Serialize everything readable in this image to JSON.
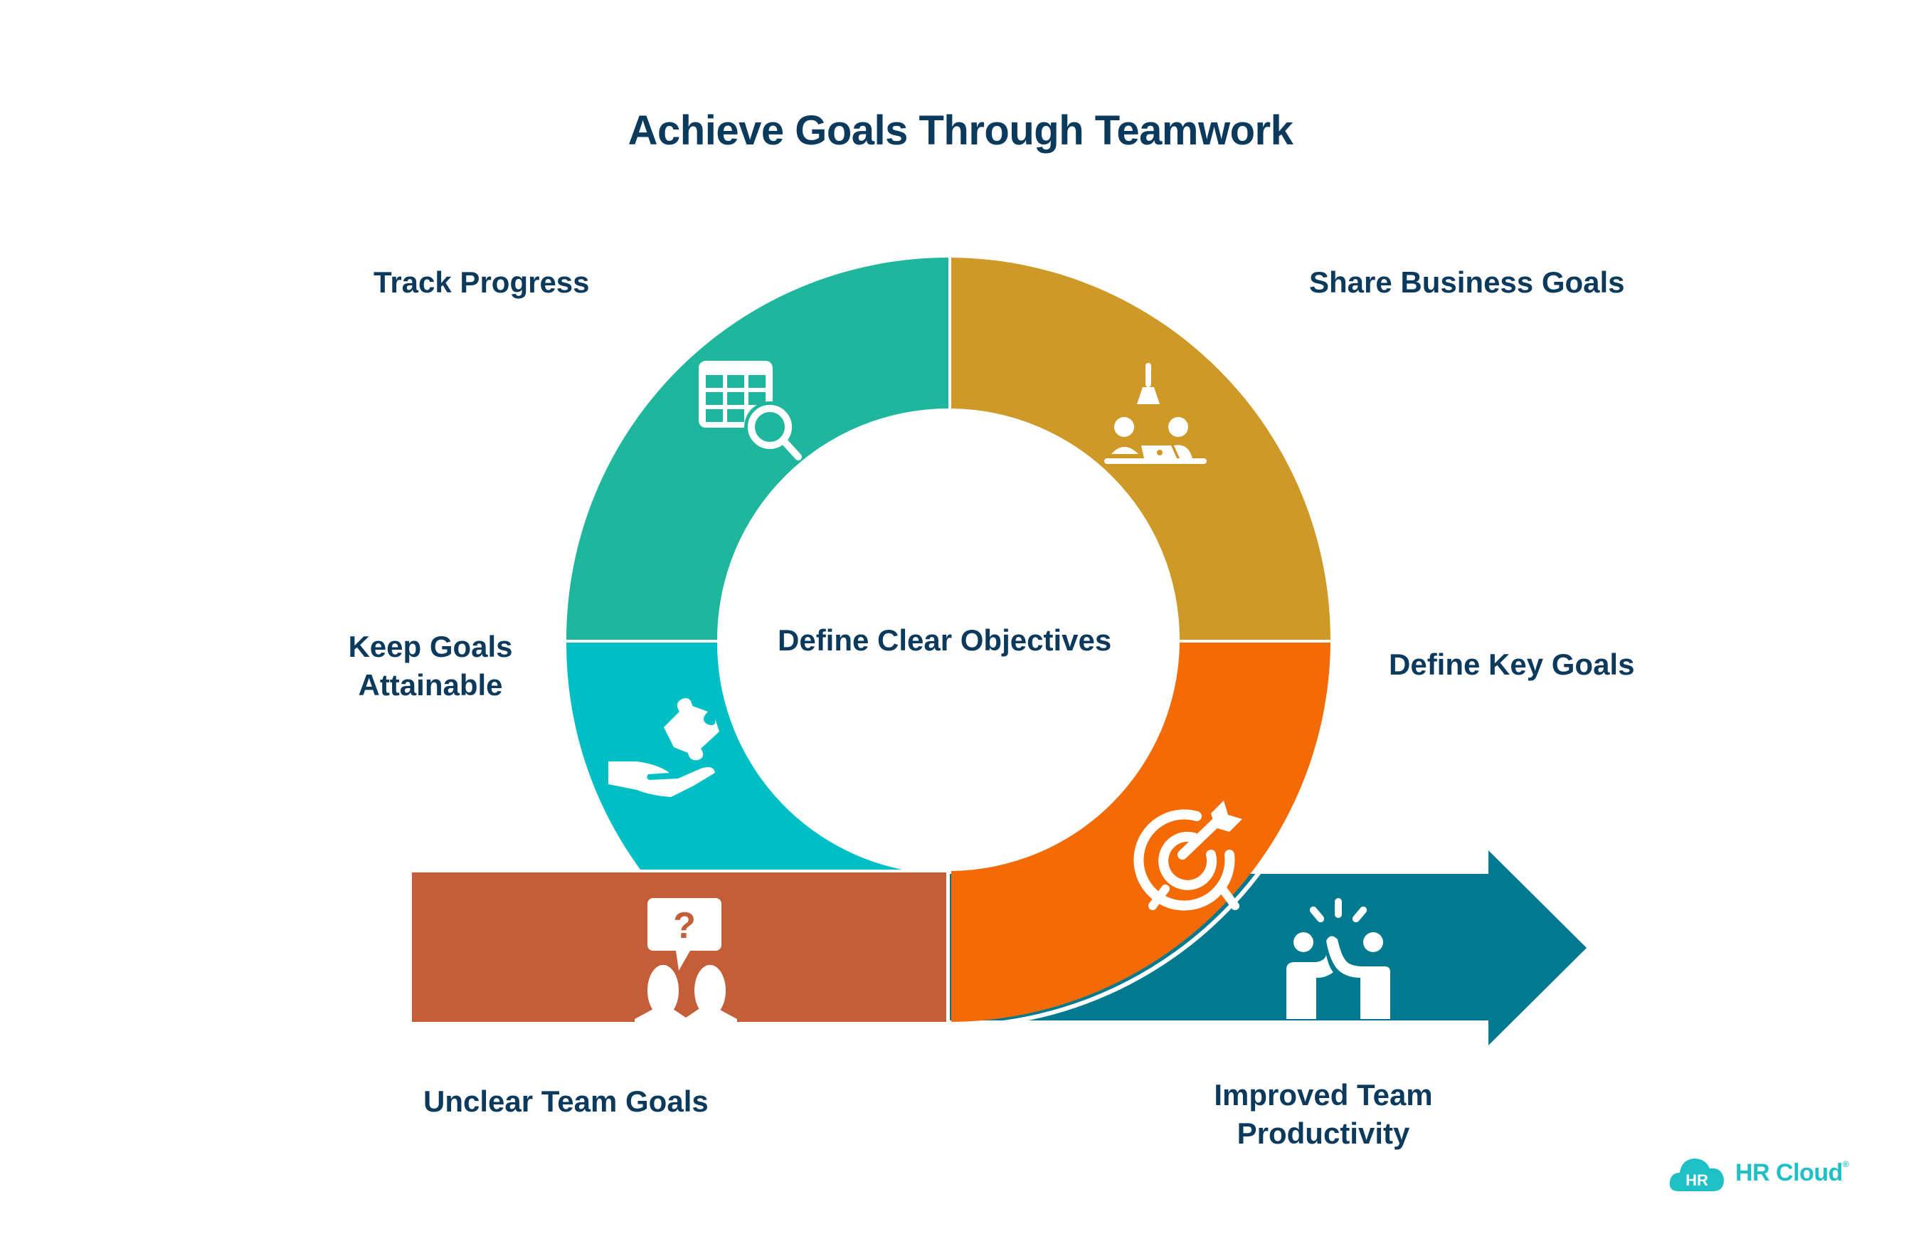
{
  "title": "Achieve Goals Through Teamwork",
  "center_label": "Define Clear Objectives",
  "colors": {
    "text": "#0b3a5c",
    "track_progress": "#1eb79d",
    "share_business_goals": "#cf9927",
    "keep_goals_attainable": "#00bfc4",
    "define_key_goals": "#f46b06",
    "unclear_team_goals": "#c45e38",
    "improved_team_productivity": "#017a8f",
    "logo": "#1fbfc6"
  },
  "segments": [
    {
      "id": "track_progress",
      "label": "Track Progress",
      "icon": "spreadsheet-search-icon"
    },
    {
      "id": "share_business_goals",
      "label": "Share Business Goals",
      "icon": "meeting-presentation-icon"
    },
    {
      "id": "keep_goals_attainable",
      "label_line1": "Keep Goals",
      "label_line2": "Attainable",
      "icon": "hand-puzzle-icon"
    },
    {
      "id": "define_key_goals",
      "label": "Define Key Goals",
      "icon": "target-arrow-icon"
    }
  ],
  "start": {
    "label": "Unclear Team Goals",
    "icon": "people-question-icon"
  },
  "end": {
    "label_line1": "Improved Team",
    "label_line2": "Productivity",
    "icon": "high-five-icon"
  },
  "logo": {
    "badge": "HR",
    "text": "HR Cloud",
    "reg": "®"
  }
}
